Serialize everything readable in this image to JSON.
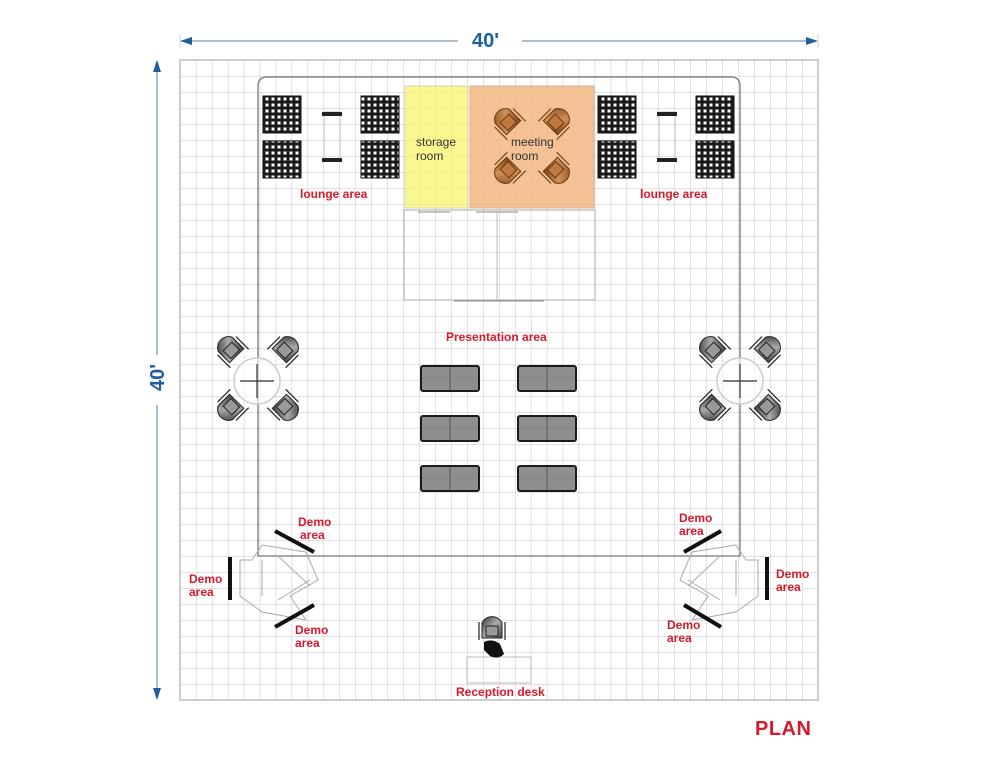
{
  "dimensions": {
    "width_label": "40'",
    "height_label": "40'"
  },
  "title": "PLAN",
  "rooms": {
    "storage": {
      "line1": "storage",
      "line2": "room",
      "color": "#f9f36b"
    },
    "meeting": {
      "line1": "meeting",
      "line2": "room",
      "color": "#f3b47c"
    }
  },
  "areas": {
    "lounge_left": "lounge area",
    "lounge_right": "lounge area",
    "presentation": "Presentation area",
    "reception": "Reception desk",
    "demo_left_top": {
      "line1": "Demo",
      "line2": "area"
    },
    "demo_left_side": {
      "line1": "Demo",
      "line2": "area"
    },
    "demo_left_bottom": {
      "line1": "Demo",
      "line2": "area"
    },
    "demo_right_top": {
      "line1": "Demo",
      "line2": "area"
    },
    "demo_right_side": {
      "line1": "Demo",
      "line2": "area"
    },
    "demo_right_bottom": {
      "line1": "Demo",
      "line2": "area"
    }
  },
  "colors": {
    "dimension": "#1f5f9e",
    "label": "#d8192a",
    "grid": "#c8c8c8"
  },
  "grid": {
    "cells": 40,
    "unit": "1 ft"
  }
}
